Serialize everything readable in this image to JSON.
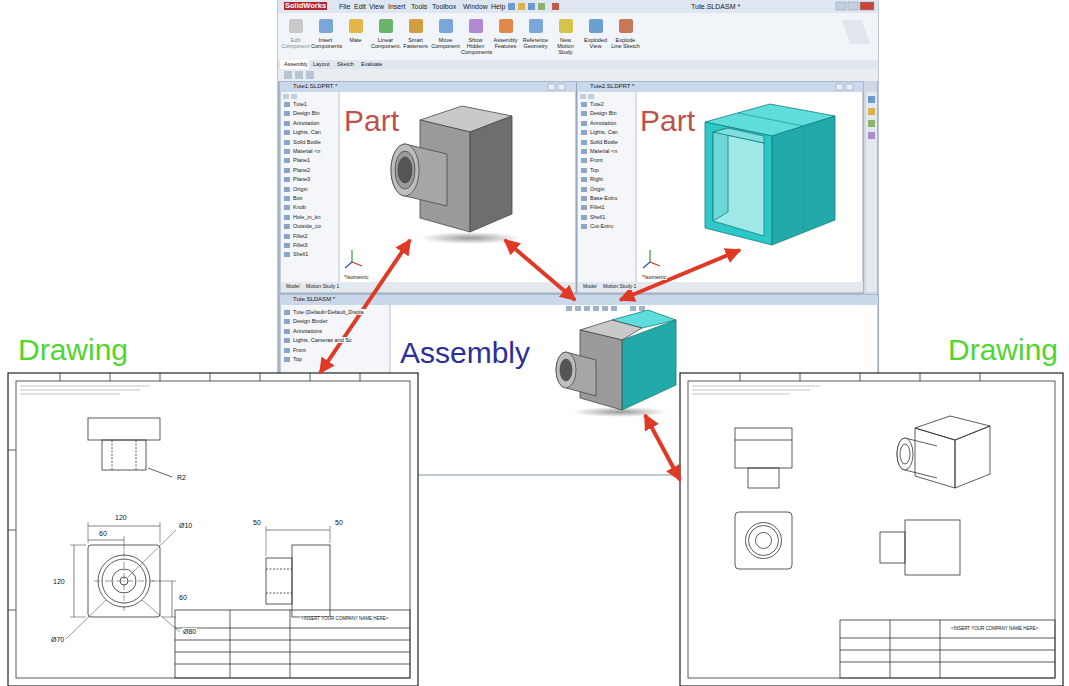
{
  "diagram": {
    "nodes": [
      {
        "text": [
          "Part"
        ]
      },
      {
        "text": [
          "Part"
        ]
      },
      {
        "text": [
          "Drawing"
        ]
      },
      {
        "text": [
          "Assembly"
        ]
      },
      {
        "text": [
          "Drawing"
        ]
      }
    ],
    "edges": [
      {
        "from": 2,
        "to": 0,
        "arrow": "both"
      },
      {
        "from": 0,
        "to": 3,
        "arrow": "both"
      },
      {
        "from": 1,
        "to": 3,
        "arrow": "both"
      },
      {
        "from": 3,
        "to": 4,
        "arrow": "both"
      }
    ],
    "labels": [
      "SolidWorks",
      "File",
      "Edit",
      "View",
      "Insert",
      "Tools",
      "Toolbox",
      "Window",
      "Help",
      "Tute.SLDASM *",
      "Edit Component",
      "Insert Components",
      "Mate",
      "Linear Component...",
      "Smart Fasteners",
      "Move Component",
      "Show Hidden Components",
      "Assembly Features",
      "Reference Geometry",
      "New Motion Study",
      "Exploded View",
      "Explode Line Sketch",
      "Assembly",
      "Layout",
      "Sketch",
      "Evaluate",
      "Tute1.SLDPRT *",
      "Tute2.SLDPRT *",
      "Tute1",
      "Design Bin",
      "Annotation",
      "Lights, Can",
      "Solid Bodie",
      "Material <n",
      "Plane1",
      "Plane2",
      "Plane3",
      "Origin",
      "Box",
      "Knob",
      "Hole_in_kn",
      "Outside_co",
      "Fillet2",
      "Fillet3",
      "Shell1",
      "*Isometric",
      "Model",
      "Motion Study 1",
      "Tute2",
      "Design Bin",
      "Annotation",
      "Lights, Can",
      "Solid Bodie",
      "Material <n",
      "Front",
      "Top",
      "Right",
      "Origin",
      "Base-Extru",
      "Fillet1",
      "Shell1",
      "Cut-Extru",
      "*Isometric",
      "Model",
      "Motion Study 1",
      "Tute.SLDASM *",
      "Tute (Default<Default_Displa",
      "Design Binder",
      "Annotations",
      "Lights, Cameras and Sc",
      "Front",
      "Top",
      "R2",
      "120",
      "60",
      "Ø10",
      "120",
      "60",
      "Ø80",
      "Ø70",
      "50",
      "50",
      "<INSERT YOUR COMPANY NAME HERE>",
      "<INSERT YOUR COMPANY NAME HERE>"
    ]
  }
}
